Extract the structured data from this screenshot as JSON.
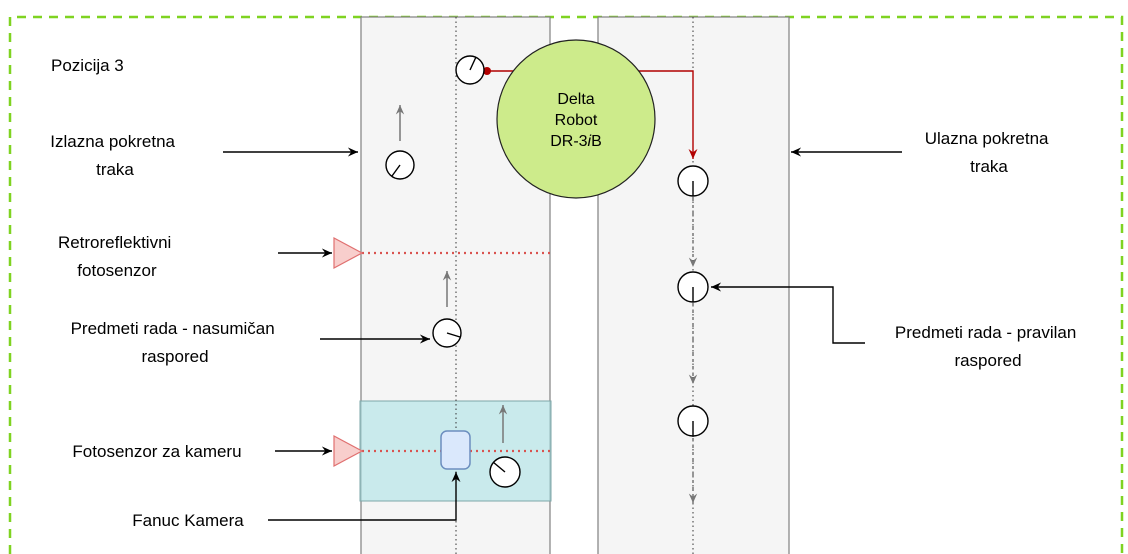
{
  "position_label": "Pozicija 3",
  "robot": {
    "line1": "Delta",
    "line2": "Robot",
    "line3_prefix": "DR-3",
    "line3_italic": "i",
    "line3_suffix": "B"
  },
  "labels": {
    "output_belt": [
      "Izlazna pokretna",
      "traka"
    ],
    "input_belt": [
      "Ulazna pokretna",
      "traka"
    ],
    "retro_sensor": [
      "Retroreflektivni",
      "fotosenzor"
    ],
    "random_items": [
      "Predmeti rada -  nasumičan",
      "raspored"
    ],
    "regular_items": [
      "Predmeti rada - pravilan",
      "raspored"
    ],
    "camera_sensor": "Fotosenzor za kameru",
    "camera": "Fanuc Kamera"
  },
  "colors": {
    "border_dashed": "#7FD321",
    "belt_fill": "#F5F5F5",
    "belt_stroke": "#808080",
    "robot_fill": "#CDEB8B",
    "sensor_fill": "#F8CECC",
    "sensor_stroke": "#E07070",
    "sensor_beam": "#D9534F",
    "camera_zone": "#B0E3E6",
    "camera_fill": "#DAE8FC",
    "camera_stroke": "#6C8EBF",
    "pick_path": "#B20000"
  }
}
